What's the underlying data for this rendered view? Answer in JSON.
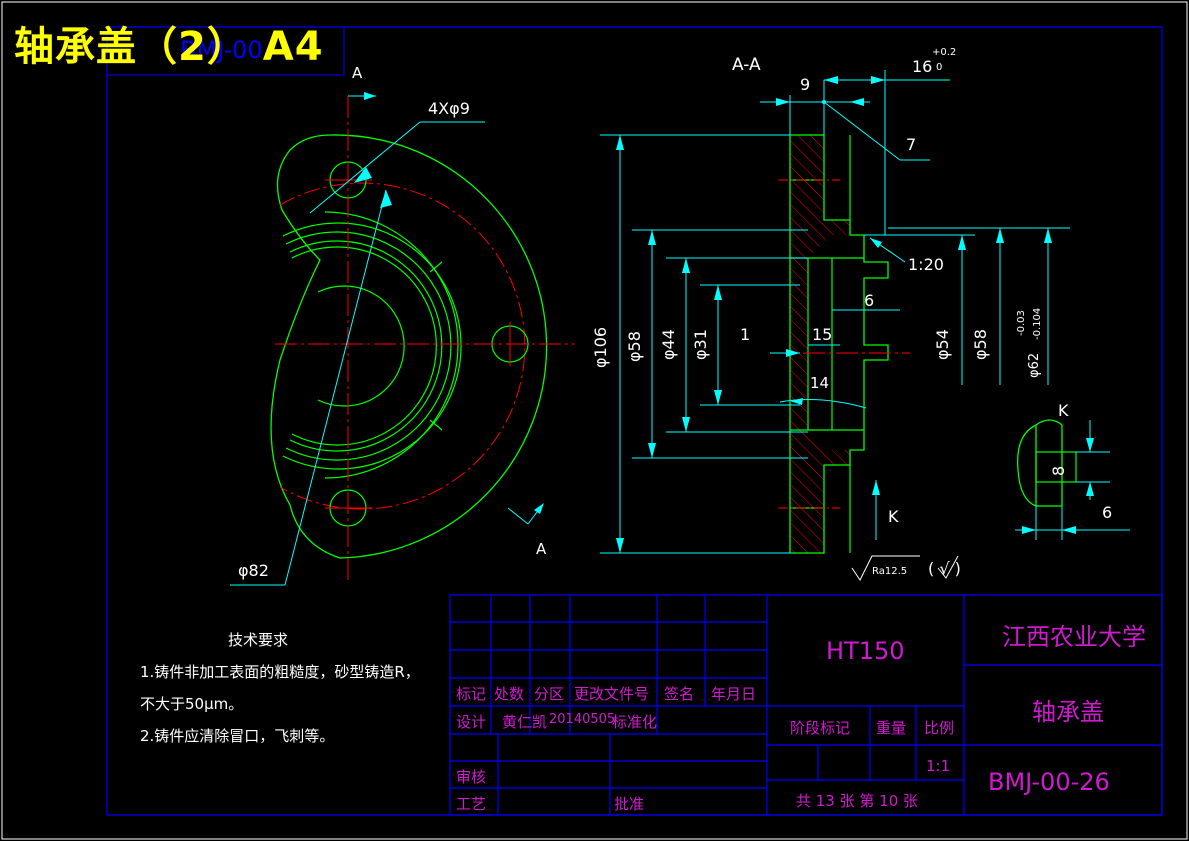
{
  "page_title": "轴承盖（2） A4",
  "title_ghost": "BMJ-00",
  "view_label_section": "A-A",
  "section_mark_top": "A",
  "section_mark_bottom": "A",
  "hole_callout": "4Xφ9",
  "bolt_circle_dim": "φ82",
  "dims": {
    "d106": "φ106",
    "d58_left": "φ58",
    "d44": "φ44",
    "d31": "φ31",
    "one": "1",
    "fifteen": "15",
    "fourteen": "14",
    "six_mid": "6",
    "nine": "9",
    "sixteen": "16",
    "tol_plus": "+0.2",
    "tol_zero": "0",
    "seven": "7",
    "taper": "1:20",
    "d54": "φ54",
    "d58_right": "φ58",
    "d62": "φ62",
    "d62_tol_upper": "-0.03",
    "d62_tol_lower": "-0.104",
    "k_arrow": "K",
    "k_view": "K",
    "eight": "8",
    "six_right": "6",
    "roughness": "Ra12.5",
    "roughness_tail": "( √ )"
  },
  "tech_requirements": {
    "heading": "技术要求",
    "line1": "1.铸件非加工表面的粗糙度，砂型铸造R，",
    "line2": "不大于50μm。",
    "line3": "2.铸件应清除冒口，飞刺等。"
  },
  "title_block": {
    "material": "HT150",
    "university": "江西农业大学",
    "part_name": "轴承盖",
    "drawing_no": "BMJ-00-26",
    "h_mark": "标记",
    "h_count": "处数",
    "h_zone": "分区",
    "h_doc": "更改文件号",
    "h_sign": "签名",
    "h_date": "年月日",
    "r_design": "设计",
    "designer": "黄仁凯",
    "design_date": "20140505",
    "standardize": "标准化",
    "r_review": "审核",
    "r_process": "工艺",
    "approve": "批准",
    "stage_mark": "阶段标记",
    "weight": "重量",
    "scale_label": "比例",
    "scale_value": "1:1",
    "sheets": "共 13 张 第 10 张"
  },
  "colors": {
    "background": "#000000",
    "outline_green": "#00ff00",
    "centerline_red": "#ff0000",
    "dimension_cyan": "#00ffff",
    "frame_blue": "#0000ff",
    "title_block_magenta": "#d01ad0",
    "title_yellow": "#ffff00",
    "text_white": "#ffffff"
  }
}
